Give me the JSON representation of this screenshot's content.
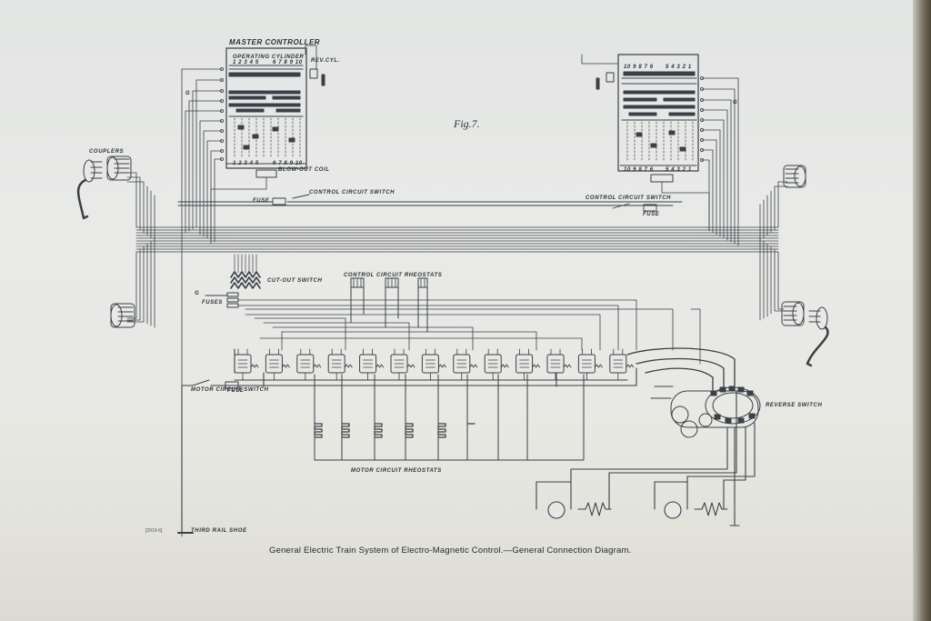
{
  "figure_label": "Fig.7.",
  "caption": "General Electric Train System of Electro-Magnetic Control.—General Connection Diagram.",
  "plate_ref": "[2919-6]",
  "labels": {
    "master_controller": "MASTER CONTROLLER",
    "operating_cylinder": "OPERATING CYLINDER",
    "rev_cyl": "REV.CYL.",
    "cyl_numbers_left": "1 2 3 4 5",
    "cyl_numbers_right": "6 7 8 9 10",
    "cyl_numbers_top_right": "10 9 8 7 6",
    "cyl_numbers_top_right_b": "5 4 3 2 1",
    "blow_out_coil": "BLOW-OUT COIL",
    "couplers": "COUPLERS",
    "fuse": "FUSE",
    "control_circuit_switch": "CONTROL CIRCUIT SWITCH",
    "control_circuit_rheostats": "CONTROL CIRCUIT RHEOSTATS",
    "cut_out_switch": "CUT-OUT SWITCH",
    "fuses": "FUSES",
    "ground": "G",
    "motor_circuit_switch": "MOTOR CIRCUIT SWITCH",
    "motor_circuit_rheostats": "MOTOR CIRCUIT RHEOSTATS",
    "reverse_switch": "REVERSE SWITCH",
    "third_rail_shoe": "THIRD RAIL SHOE"
  },
  "colors": {
    "ink": "#2b3036",
    "paper": "#e7e8e6"
  },
  "counts": {
    "contactors": 13,
    "train_line_wires": 10
  }
}
